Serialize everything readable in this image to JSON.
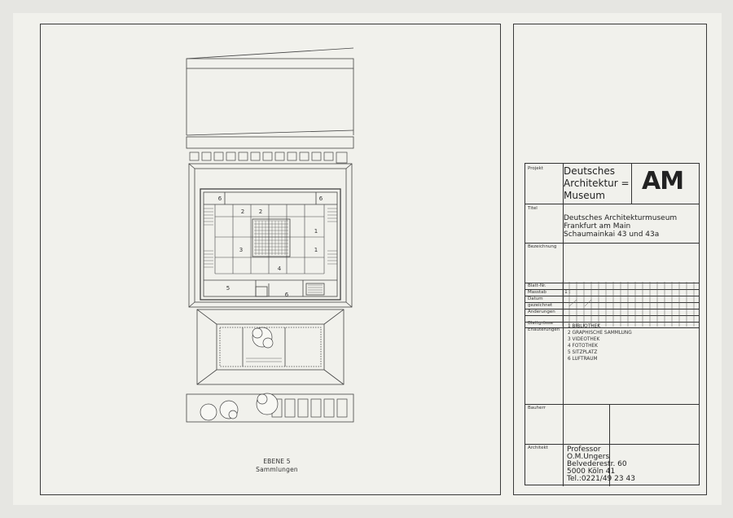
{
  "drawing": {
    "level_label": "EBENE 5",
    "level_sub": "Sammlungen",
    "room_numbers": [
      "6",
      "6",
      "2",
      "2",
      "1",
      "1",
      "3",
      "4",
      "5",
      "6"
    ]
  },
  "title_block": {
    "projekt_label": "Projekt",
    "projekt_lines": [
      "Deutsches",
      "Architektur =",
      "Museum"
    ],
    "logo": "AM",
    "titel_label": "Titel",
    "titel_lines": [
      "Deutsches Architekturmuseum",
      "Frankfurt am Main",
      "Schaumainkai 43 und 43a"
    ],
    "bezeichnung_label": "Bezeichnung",
    "row_labels": [
      "Blatt-Nr.",
      "Masstab",
      "Datum",
      "gezeichnet",
      "Änderungen"
    ],
    "masstab_value": "1 :",
    "blattgroesse_label": "Blattgrösse",
    "erlaeuterungen_label": "Erläuterungen",
    "legend": [
      "1 BIBLIOTHEK",
      "2 GRAPHISCHE SAMMLUNG",
      "3 VIDEOTHEK",
      "4 FOTOTHEK",
      "5 SITZPLATZ",
      "6 LUFTRAUM"
    ],
    "bauherr_label": "Bauherr",
    "architekt_label": "Architekt",
    "architekt_lines": [
      "Professor",
      "O.M.Ungers",
      "Belvederestr. 60",
      "5000 Köln 41",
      "Tel.:0221/49 23 43"
    ]
  }
}
